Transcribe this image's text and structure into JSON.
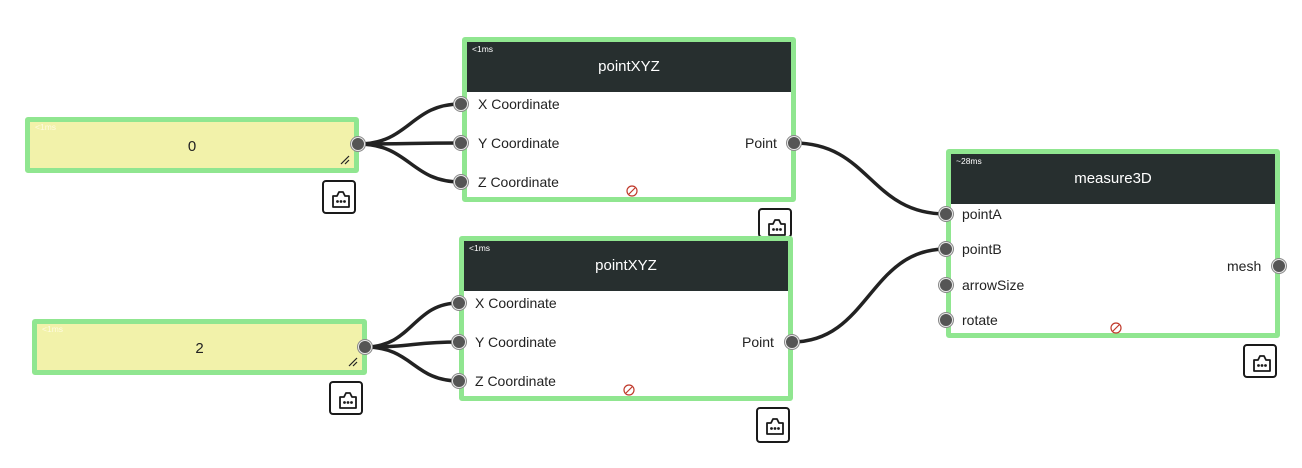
{
  "inputs": [
    {
      "timing": "<1ms",
      "value": "0"
    },
    {
      "timing": "<1ms",
      "value": "2"
    }
  ],
  "point_nodes": [
    {
      "timing": "<1ms",
      "title": "pointXYZ",
      "inputs": [
        "X Coordinate",
        "Y Coordinate",
        "Z Coordinate"
      ],
      "output": "Point"
    },
    {
      "timing": "<1ms",
      "title": "pointXYZ",
      "inputs": [
        "X Coordinate",
        "Y Coordinate",
        "Z Coordinate"
      ],
      "output": "Point"
    }
  ],
  "measure_node": {
    "timing": "~28ms",
    "title": "measure3D",
    "inputs": [
      "pointA",
      "pointB",
      "arrowSize",
      "rotate"
    ],
    "output": "mesh"
  },
  "colors": {
    "node_border": "#90e690",
    "header_bg": "#272f2f",
    "input_bg": "#f2f2aa",
    "wire": "#222222"
  },
  "icons": {
    "menu": "node-menu-icon",
    "warning": "no-entry-icon",
    "resize": "resize-handle-icon"
  }
}
